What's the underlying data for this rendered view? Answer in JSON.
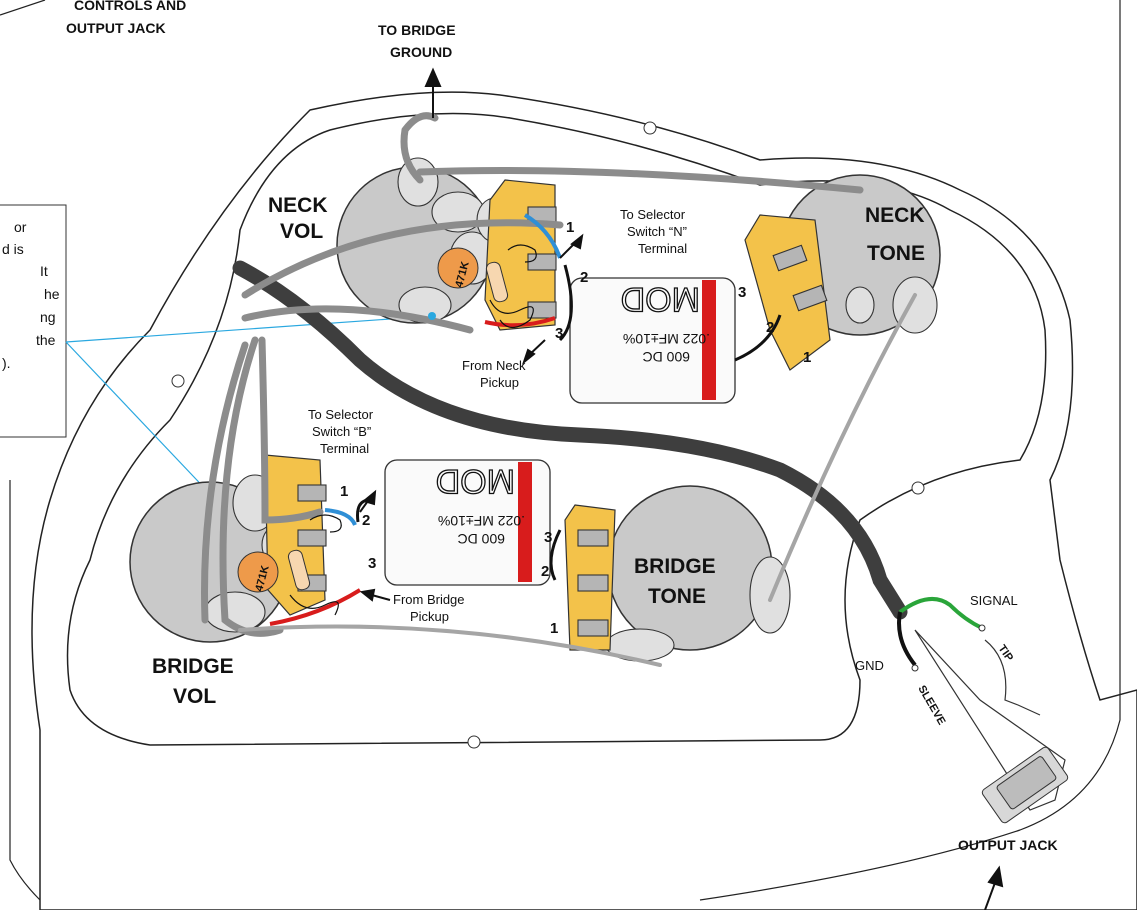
{
  "labels": {
    "controls_line1": "CONTROLS AND",
    "controls_line2": "OUTPUT JACK",
    "bridge_ground_line1": "TO BRIDGE",
    "bridge_ground_line2": "GROUND",
    "neck_vol_line1": "NECK",
    "neck_vol_line2": "VOL",
    "neck_tone_line1": "NECK",
    "neck_tone_line2": "TONE",
    "bridge_vol_line1": "BRIDGE",
    "bridge_vol_line2": "VOL",
    "bridge_tone_line1": "BRIDGE",
    "bridge_tone_line2": "TONE",
    "output_jack": "OUTPUT JACK",
    "signal": "SIGNAL",
    "tip": "TIP",
    "gnd": "GND",
    "sleeve": "SLEEVE"
  },
  "callouts": {
    "neck_selector": [
      "To Selector",
      "Switch “N”",
      "Terminal"
    ],
    "bridge_selector": [
      "To Selector",
      "Switch “B”",
      "Terminal"
    ],
    "from_neck": [
      "From Neck",
      "Pickup"
    ],
    "from_bridge": [
      "From Bridge",
      "Pickup"
    ]
  },
  "note_fragments": [
    "or",
    "d is",
    "It",
    "he",
    "ng",
    "the",
    ")."
  ],
  "capacitor": {
    "value": ".022 MF±10%",
    "voltage": "600 DC",
    "brand": "MOD"
  },
  "resistor_label": "471K",
  "terminals": {
    "neck_vol": [
      "1",
      "2",
      "3"
    ],
    "neck_tone": [
      "3",
      "2",
      "1"
    ],
    "bridge_vol": [
      "1",
      "2",
      "3"
    ],
    "bridge_tone": [
      "3",
      "2",
      "1"
    ]
  },
  "colors": {
    "pot": "#c9c9c9",
    "lug_plate": "#f3c24a",
    "cable": "#3e3e3e",
    "ground_wire": "#8c8c8c",
    "blue_wire": "#2f8fd6",
    "red_wire": "#d81c1c",
    "green_wire": "#2aa53a",
    "resistor": "#ee9a4a",
    "leader_line": "#2aa8e0"
  }
}
